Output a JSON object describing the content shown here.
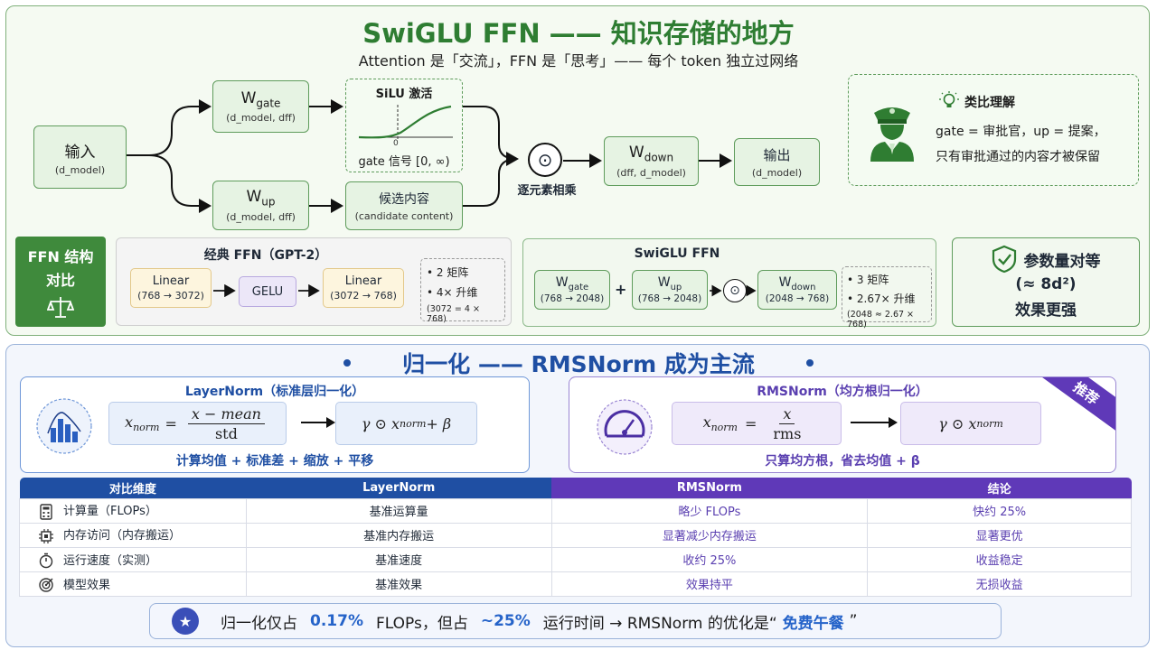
{
  "top": {
    "title": "SwiGLU FFN —— 知识存储的地方",
    "subtitle": "Attention 是「交流」，FFN 是「思考」—— 每个 token 独立过网络",
    "input_box": {
      "label": "输入",
      "sub": "(d_model)"
    },
    "wgate": {
      "main": "W",
      "subscript": "gate",
      "sub": "(d_model, dff)"
    },
    "silu": {
      "title": "SiLU 激活",
      "zero": "0",
      "caption": "gate 信号 [0, ∞)"
    },
    "wup": {
      "main": "W",
      "subscript": "up",
      "sub": "(d_model, dff)"
    },
    "candidate": {
      "label": "候选内容",
      "sub": "(candidate content)"
    },
    "elementwise": {
      "symbol": "⊙",
      "label": "逐元素相乘"
    },
    "wdown": {
      "main": "W",
      "subscript": "down",
      "sub": "(dff, d_model)"
    },
    "output_box": {
      "label": "输出",
      "sub": "(d_model)"
    },
    "analogy": {
      "title": "类比理解",
      "line1": "gate = 审批官，up = 提案，",
      "line2": "只有审批通过的内容才被保留",
      "icon": "officer-icon"
    },
    "compare_label": {
      "line1": "FFN 结构",
      "line2": "对比",
      "icon": "scale-icon"
    },
    "classic": {
      "title": "经典 FFN（GPT-2）",
      "linear1": {
        "main": "Linear",
        "sub": "(768 → 3072)"
      },
      "gelu": "GELU",
      "linear2": {
        "main": "Linear",
        "sub": "(3072 → 768)"
      },
      "notes": [
        "• 2 矩阵",
        "• 4× 升维",
        "(3072 = 4 × 768)"
      ]
    },
    "swiglu": {
      "title": "SwiGLU FFN",
      "wgate": {
        "main": "W",
        "subscript": "gate",
        "sub": "(768 → 2048)"
      },
      "plus": "+",
      "wup": {
        "main": "W",
        "subscript": "up",
        "sub": "(768 → 2048)"
      },
      "odot": "⊙",
      "wdown": {
        "main": "W",
        "subscript": "down",
        "sub": "(2048 → 768)"
      },
      "notes": [
        "• 3 矩阵",
        "• 2.67× 升维",
        "(2048 ≈ 2.67 × 768)"
      ]
    },
    "params": {
      "line1": "参数量对等",
      "line2": "(≈ 8d²)",
      "line3": "效果更强",
      "icon": "shield-check-icon"
    }
  },
  "bottom": {
    "title": "归一化 —— RMSNorm 成为主流",
    "layernorm": {
      "title": "LayerNorm（标准层归一化）",
      "caption": "计算均值 + 标准差 + 缩放 + 平移",
      "icon": "bar-chart-icon",
      "lhs": "x",
      "lhs_sub": "norm",
      "eq": "=",
      "num": "x − mean",
      "den": "std",
      "rhs_gamma": "γ ⊙ x",
      "rhs_sub": "norm",
      "rhs_tail": " + β"
    },
    "rmsnorm": {
      "title": "RMSNorm（均方根归一化）",
      "badge": "推荐",
      "caption": "只算均方根，省去均值 + β",
      "icon": "gauge-icon",
      "lhs": "x",
      "lhs_sub": "norm",
      "eq": "=",
      "num": "x",
      "den": "rms",
      "rhs_gamma": "γ ⊙ x",
      "rhs_sub": "norm"
    },
    "table": {
      "headers": [
        "对比维度",
        "LayerNorm",
        "RMSNorm",
        "结论"
      ],
      "header_colors": [
        "#1f4fa3",
        "#1f4fa3",
        "#5f39b8",
        "#5f39b8"
      ],
      "rows": [
        {
          "icon": "calculator-icon",
          "dim": "计算量（FLOPs）",
          "ln": "基准运算量",
          "rms": "略少 FLOPs",
          "conclusion": "快约 25%"
        },
        {
          "icon": "chip-icon",
          "dim": "内存访问（内存搬运）",
          "ln": "基准内存搬运",
          "rms": "显著减少内存搬运",
          "conclusion": "显著更优"
        },
        {
          "icon": "stopwatch-icon",
          "dim": "运行速度（实测）",
          "ln": "基准速度",
          "rms": "收约 25%",
          "conclusion": "收益稳定"
        },
        {
          "icon": "target-icon",
          "dim": "模型效果",
          "ln": "基准效果",
          "rms": "效果持平",
          "conclusion": "无损收益"
        }
      ]
    },
    "summary": {
      "icon": "star-icon",
      "part1": "归一化仅占",
      "val1": "0.17%",
      "part2": "FLOPs，但占",
      "val2": "~25%",
      "part3": "运行时间 → RMSNorm 的优化是“",
      "part4": "免费午餐",
      "part5": "”"
    }
  }
}
